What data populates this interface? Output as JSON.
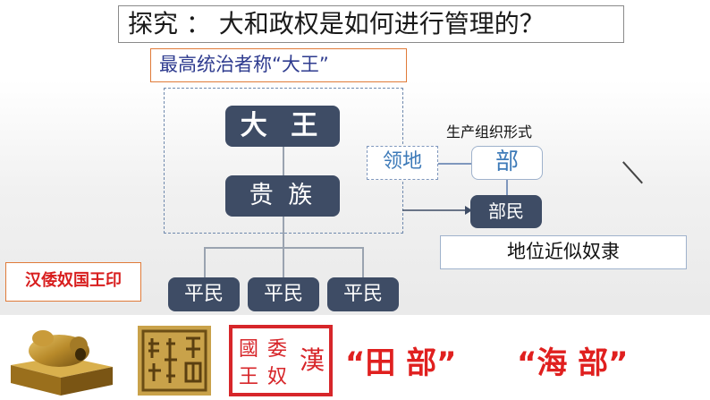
{
  "title": "探究 ： 大和政权是如何进行管理的？",
  "subtitle": "最高统治者称“大王”",
  "hierarchy": {
    "king": "大 王",
    "nobles": "贵 族",
    "commoners": [
      "平民",
      "平民",
      "平民"
    ]
  },
  "domain_label": "领地",
  "production_label": "生产组织形式",
  "be_label": "部",
  "bemin_label": "部民",
  "status_label": "地位近似奴隶",
  "seal_title": "汉倭奴国王印",
  "seal_imprint_text": "漢委奴國王",
  "be_examples": [
    "“田 部”",
    "“海 部”"
  ],
  "colors": {
    "dark_box": "#3e4c65",
    "accent_orange": "#e07b39",
    "red_text": "#e0201f",
    "blue_text": "#3d7ab8"
  }
}
